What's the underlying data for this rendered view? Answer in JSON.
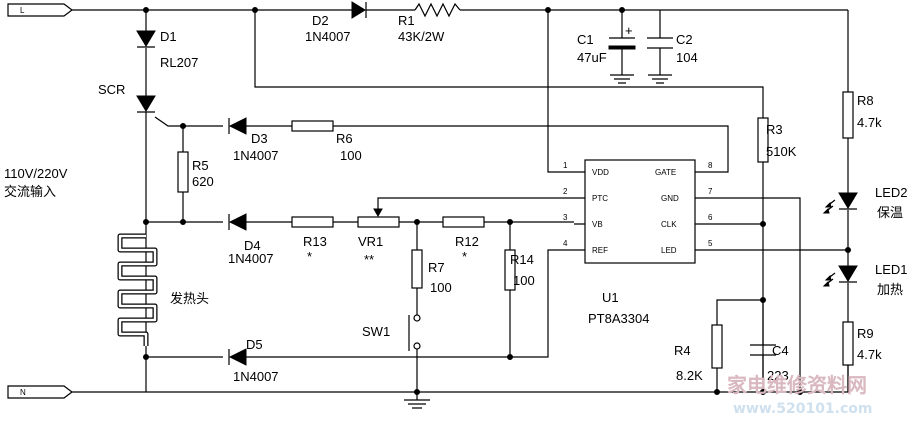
{
  "terminals": {
    "L": "L",
    "N": "N"
  },
  "input_label_1": "110V/220V",
  "input_label_2": "交流输入",
  "heater_label": "发热头",
  "components": {
    "D1": {
      "ref": "D1",
      "value": "RL207"
    },
    "SCR": {
      "ref": "SCR"
    },
    "D2": {
      "ref": "D2",
      "value": "1N4007"
    },
    "R1": {
      "ref": "R1",
      "value": "43K/2W"
    },
    "C1": {
      "ref": "C1",
      "value": "47uF",
      "polarity": "+"
    },
    "C2": {
      "ref": "C2",
      "value": "104"
    },
    "D3": {
      "ref": "D3",
      "value": "1N4007"
    },
    "R6": {
      "ref": "R6",
      "value": "100"
    },
    "R5": {
      "ref": "R5",
      "value": "620"
    },
    "D4": {
      "ref": "D4",
      "value": "1N4007"
    },
    "R13": {
      "ref": "R13",
      "note": "*"
    },
    "VR1": {
      "ref": "VR1",
      "note": "**"
    },
    "R12": {
      "ref": "R12",
      "note": "*"
    },
    "R7": {
      "ref": "R7",
      "value": "100"
    },
    "R14": {
      "ref": "R14",
      "value": "100"
    },
    "SW1": {
      "ref": "SW1"
    },
    "D5": {
      "ref": "D5",
      "value": "1N4007"
    },
    "R3": {
      "ref": "R3",
      "value": "510K"
    },
    "R8": {
      "ref": "R8",
      "value": "4.7k"
    },
    "LED2": {
      "ref": "LED2",
      "label": "保温"
    },
    "LED1": {
      "ref": "LED1",
      "label": "加热"
    },
    "R9": {
      "ref": "R9",
      "value": "4.7k"
    },
    "R4": {
      "ref": "R4",
      "value": "8.2K"
    },
    "C4": {
      "ref": "C4",
      "value": "223"
    }
  },
  "ic": {
    "ref": "U1",
    "part": "PT8A3304",
    "pins_left": [
      {
        "num": "1",
        "name": "VDD"
      },
      {
        "num": "2",
        "name": "PTC"
      },
      {
        "num": "3",
        "name": "VB"
      },
      {
        "num": "4",
        "name": "REF"
      }
    ],
    "pins_right": [
      {
        "num": "8",
        "name": "GATE"
      },
      {
        "num": "7",
        "name": "GND"
      },
      {
        "num": "6",
        "name": "CLK"
      },
      {
        "num": "5",
        "name": "LED"
      }
    ]
  },
  "watermark": {
    "text": "家电维修资料网",
    "url": "www.520101.com"
  }
}
